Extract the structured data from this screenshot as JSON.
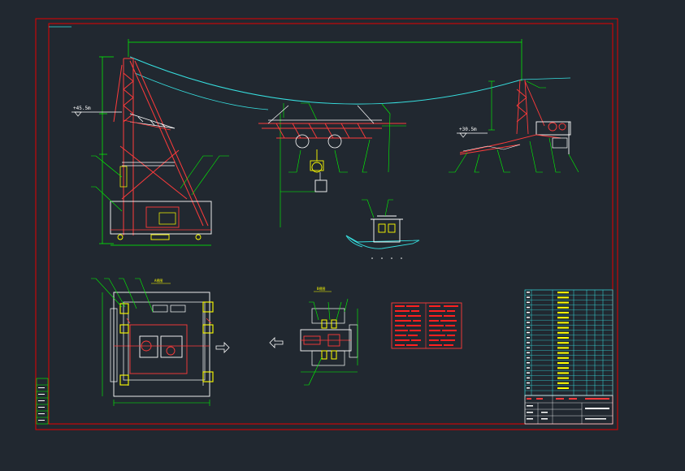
{
  "drawing": {
    "elevation_left": "+45.5m",
    "elevation_right": "+30.5m",
    "plan_title": "A视图",
    "side_title": "B视图",
    "layer_colors": {
      "frame": "#e60000",
      "structure": "#ff3b3b",
      "dimension": "#00ff00",
      "cable": "#37e0e0",
      "leader": "#00ff00",
      "white": "#ffffff",
      "yellow": "#ffff00",
      "background": "#212830"
    }
  }
}
